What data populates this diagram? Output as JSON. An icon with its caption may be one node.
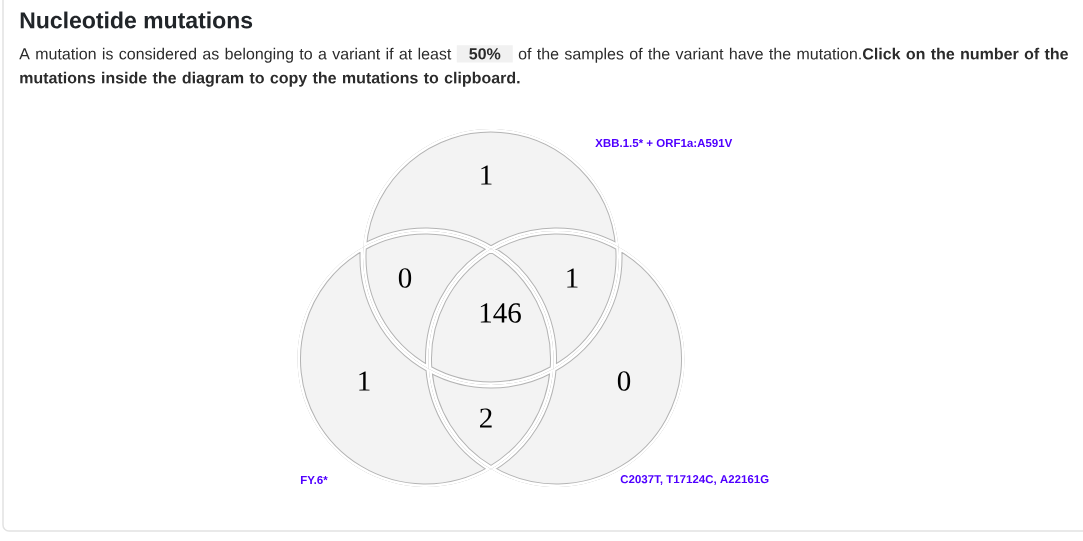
{
  "diagram": {
    "title": "Nucleotide mutations",
    "nodes": [
      {
        "text": [
          "1"
        ]
      },
      {
        "text": [
          "0"
        ]
      },
      {
        "text": [
          "1"
        ]
      },
      {
        "text": [
          "146"
        ]
      },
      {
        "text": [
          "1"
        ]
      },
      {
        "text": [
          "0"
        ]
      },
      {
        "text": [
          "2"
        ]
      }
    ],
    "labels": [
      "A mutation is considered as belonging to a variant if at least",
      "50%",
      "of the samples of the variant have the mutation.**Click on the number of the mutations inside the diagram to copy the mutations to clipboard.**",
      "XBB.1.5* + ORF1a:A591V",
      "FY.6*",
      "C2037T, T17124C, A22161G"
    ]
  }
}
